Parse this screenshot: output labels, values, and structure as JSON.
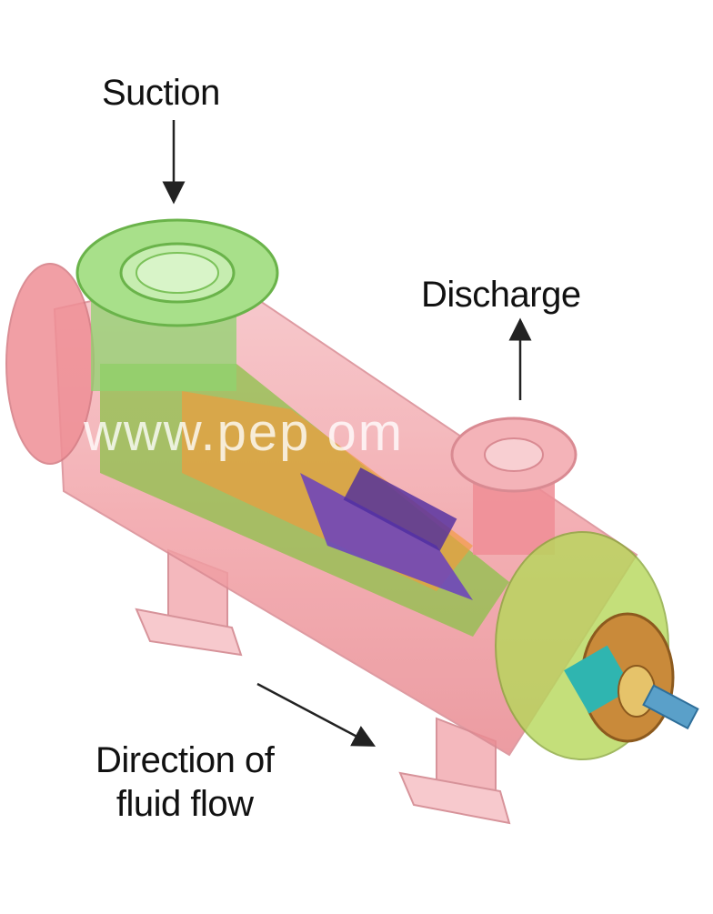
{
  "labels": {
    "suction": "Suction",
    "discharge": "Discharge",
    "flow_line1": "Direction of",
    "flow_line2": "fluid flow"
  },
  "watermark": "www.pep          om",
  "colors": {
    "shell": "#f2a3a8",
    "suction_nozzle": "#8fd36f",
    "impeller": "#6a3fbf",
    "rotor": "#7fb23a",
    "bearing_end": "#c98a3a",
    "shaft_sleeve": "#2fb5b0",
    "supports": "#f4b8bd"
  }
}
